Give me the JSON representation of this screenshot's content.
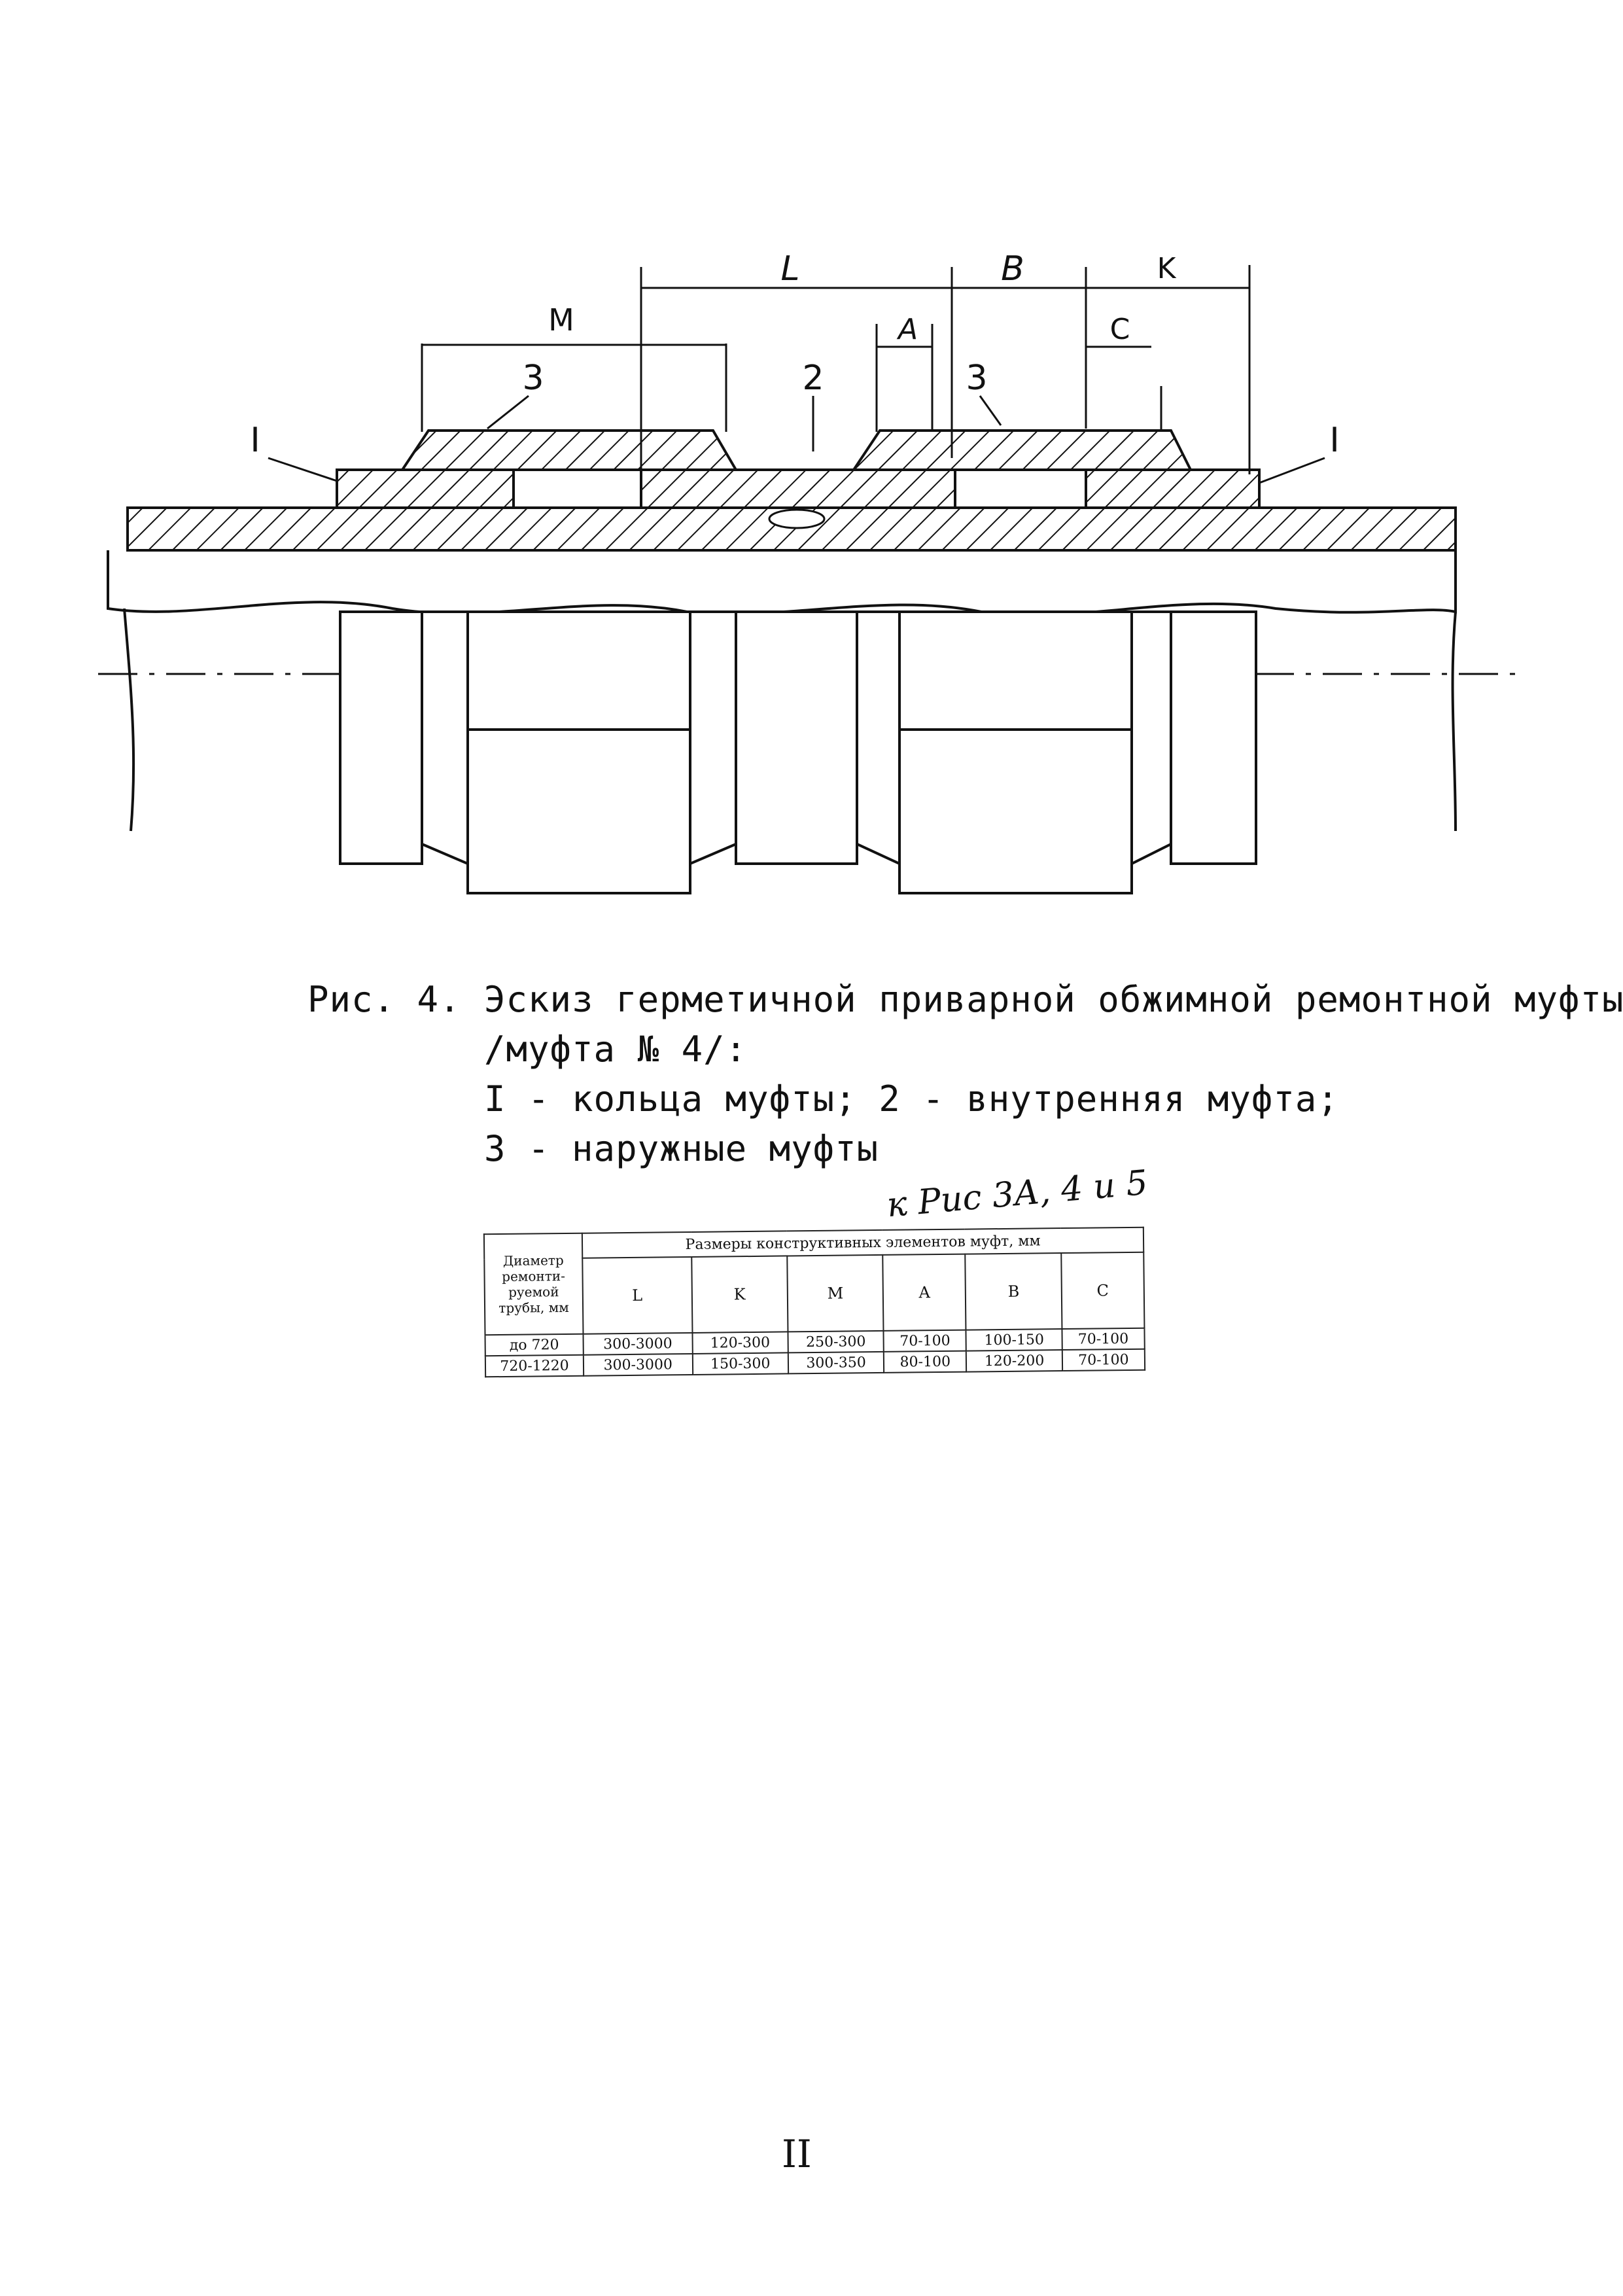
{
  "drawing": {
    "dim_M": "M",
    "dim_L": "L",
    "dim_B": "B",
    "dim_K": "K",
    "dim_A": "A",
    "dim_C": "C",
    "label_ring_left": "I",
    "label_ring_right": "I",
    "label_outer_left": "3",
    "label_outer_right": "3",
    "label_inner": "2"
  },
  "caption": {
    "label": "Рис. 4.",
    "line1": "Эскиз герметичной приварной обжимной ремонтной муфты",
    "line2": "/муфта № 4/:",
    "line3": "I - кольца муфты; 2 - внутренняя муфта;",
    "line4": "3 - наружные муфты"
  },
  "handnote": "к Рис 3А, 4 и 5",
  "table": {
    "header_first": "Диаметр ремонти-руемой трубы, мм",
    "header_group": "Размеры конструктивных элементов муфт, мм",
    "columns": [
      "L",
      "K",
      "M",
      "A",
      "B",
      "C"
    ],
    "rows": [
      {
        "diameter": "до 720",
        "values": [
          "300-3000",
          "120-300",
          "250-300",
          "70-100",
          "100-150",
          "70-100"
        ]
      },
      {
        "diameter": "720-1220",
        "values": [
          "300-3000",
          "150-300",
          "300-350",
          "80-100",
          "120-200",
          "70-100"
        ]
      }
    ]
  },
  "page_number": "II"
}
